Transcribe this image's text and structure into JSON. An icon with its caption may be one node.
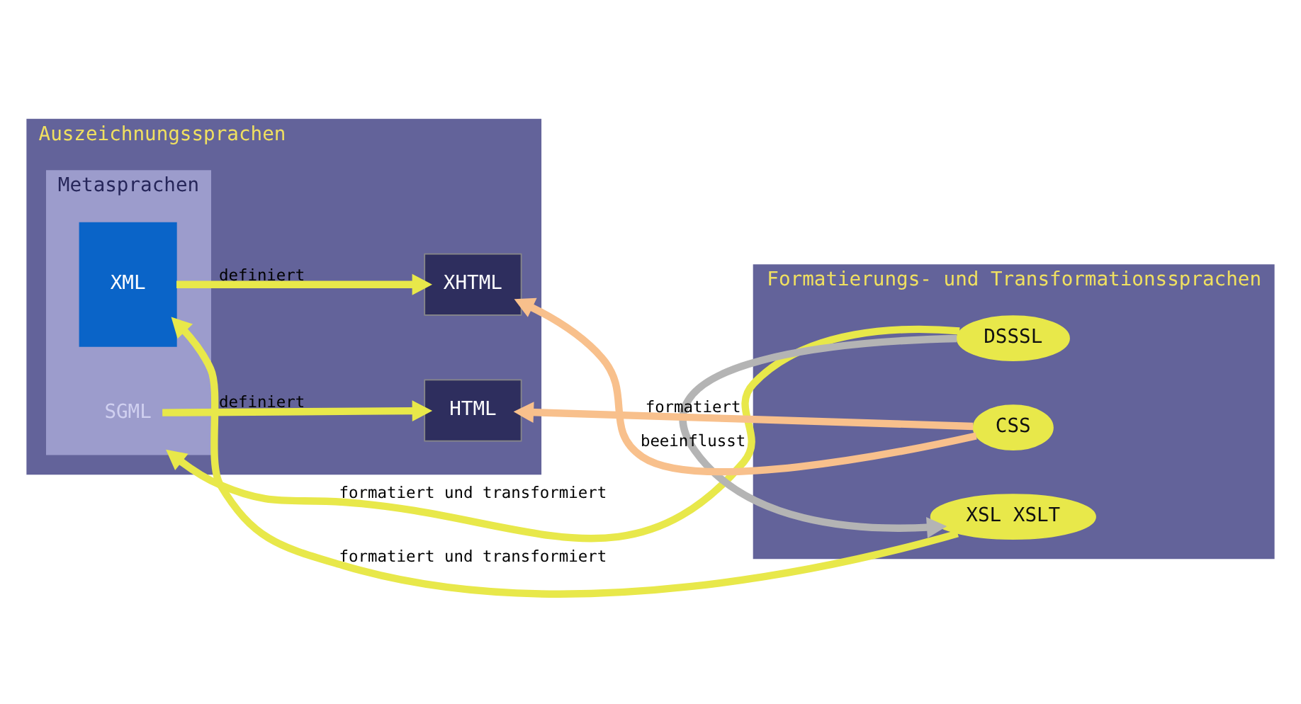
{
  "diagram": {
    "nodes": [
      {
        "text": [
          "Auszeichnungssprachen"
        ]
      },
      {
        "text": [
          "Metasprachen"
        ],
        "in": 0
      },
      {
        "text": [
          "SGML"
        ],
        "in": 1
      },
      {
        "text": [
          "XML"
        ],
        "in": 1
      },
      {
        "text": [
          "HTML"
        ],
        "in": 0
      },
      {
        "text": [
          "XHTML"
        ],
        "in": 0
      },
      {
        "text": [
          "Formatierungs- und Transformationssprachen"
        ]
      },
      {
        "text": [
          "DSSSL"
        ],
        "in": 6
      },
      {
        "text": [
          "CSS"
        ],
        "in": 6
      },
      {
        "text": [
          "XSL XSLT"
        ],
        "in": 6
      }
    ],
    "edges": [
      {
        "from": 7,
        "to": 1,
        "arrow": "to",
        "label": "formatiert und transformiert"
      },
      {
        "from": 2,
        "to": 4,
        "arrow": "to",
        "label": "definiert"
      },
      {
        "from": 8,
        "to": 4,
        "arrow": "to",
        "label": "formatiert",
        "color": "#f8c08c"
      },
      {
        "from": 8,
        "to": 5,
        "arrow": "to",
        "color": "#f8c08c"
      },
      {
        "from": 7,
        "to": 9,
        "arrow": "to",
        "label": "beeinflusst",
        "color": "#b4b4b4"
      },
      {
        "from": 3,
        "to": 5,
        "arrow": "to",
        "label": "definiert"
      },
      {
        "from": 9,
        "to": 3,
        "arrow": "to",
        "label": "formatiert und transformiert"
      }
    ]
  }
}
